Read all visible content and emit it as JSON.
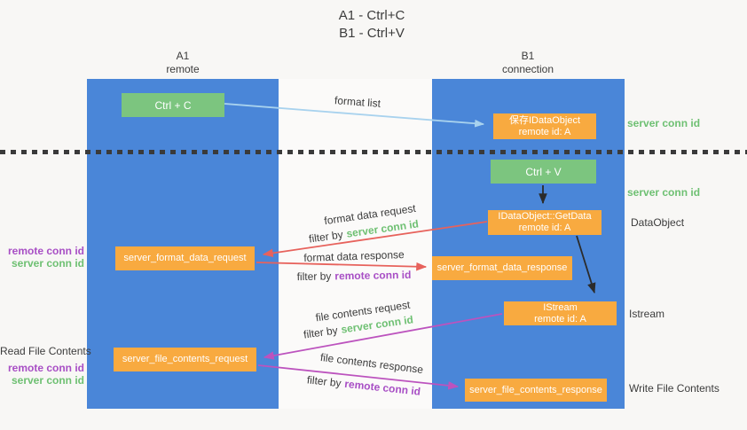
{
  "title": {
    "line1": "A1 - Ctrl+C",
    "line2": "B1 - Ctrl+V"
  },
  "lifelines": {
    "a1": {
      "name": "A1",
      "role": "remote"
    },
    "b1": {
      "name": "B1",
      "role": "connection"
    }
  },
  "nodes": {
    "ctrl_c": {
      "label": "Ctrl + C"
    },
    "ctrl_v": {
      "label": "Ctrl + V"
    },
    "save_dataobject": {
      "line1": "保存IDataObject",
      "line2": "remote id: A"
    },
    "getdata": {
      "line1": "IDataObject::GetData",
      "line2": "remote id: A"
    },
    "istream": {
      "line1": "IStream",
      "line2": "remote id: A"
    },
    "server_format_data_request": {
      "label": "server_format_data_request"
    },
    "server_format_data_response": {
      "label": "server_format_data_response"
    },
    "server_file_contents_request": {
      "label": "server_file_contents_request"
    },
    "server_file_contents_response": {
      "label": "server_file_contents_response"
    }
  },
  "annotations": {
    "format_list": "format list",
    "format_data_request": "format data request",
    "format_data_request_filter": {
      "prefix": "filter by",
      "highlight": "server conn id"
    },
    "format_data_response": "format data response",
    "format_data_response_filter": {
      "prefix": "filter by",
      "highlight": "remote conn id"
    },
    "file_contents_request": "file contents request",
    "file_contents_request_filter": {
      "prefix": "filter by",
      "highlight": "server conn id"
    },
    "file_contents_response": "file contents response",
    "file_contents_response_filter": {
      "prefix": "filter by",
      "highlight": "remote conn id"
    }
  },
  "side_labels": {
    "right_server_conn_id_top": "server conn id",
    "right_server_conn_id_mid": "server conn id",
    "right_dataobject": "DataObject",
    "right_istream": "Istream",
    "right_write_file_contents": "Write File Contents",
    "left_remote_conn_id_1": "remote conn id",
    "left_server_conn_id_1": "server conn id",
    "left_read_file_contents": "Read File Contents",
    "left_remote_conn_id_2": "remote conn id",
    "left_server_conn_id_2": "server conn id"
  },
  "colors": {
    "lifeline_blue": "#4A86D8",
    "node_green": "#7CC57F",
    "node_orange": "#F8AA40",
    "arrow_light_blue": "#A8D2EE",
    "arrow_red": "#E7625C",
    "arrow_magenta": "#BC53BE",
    "arrow_black": "#2B2B2B",
    "text_green": "#6EC072",
    "text_purple": "#A84FC5",
    "text_dark": "#3C3C3C"
  }
}
